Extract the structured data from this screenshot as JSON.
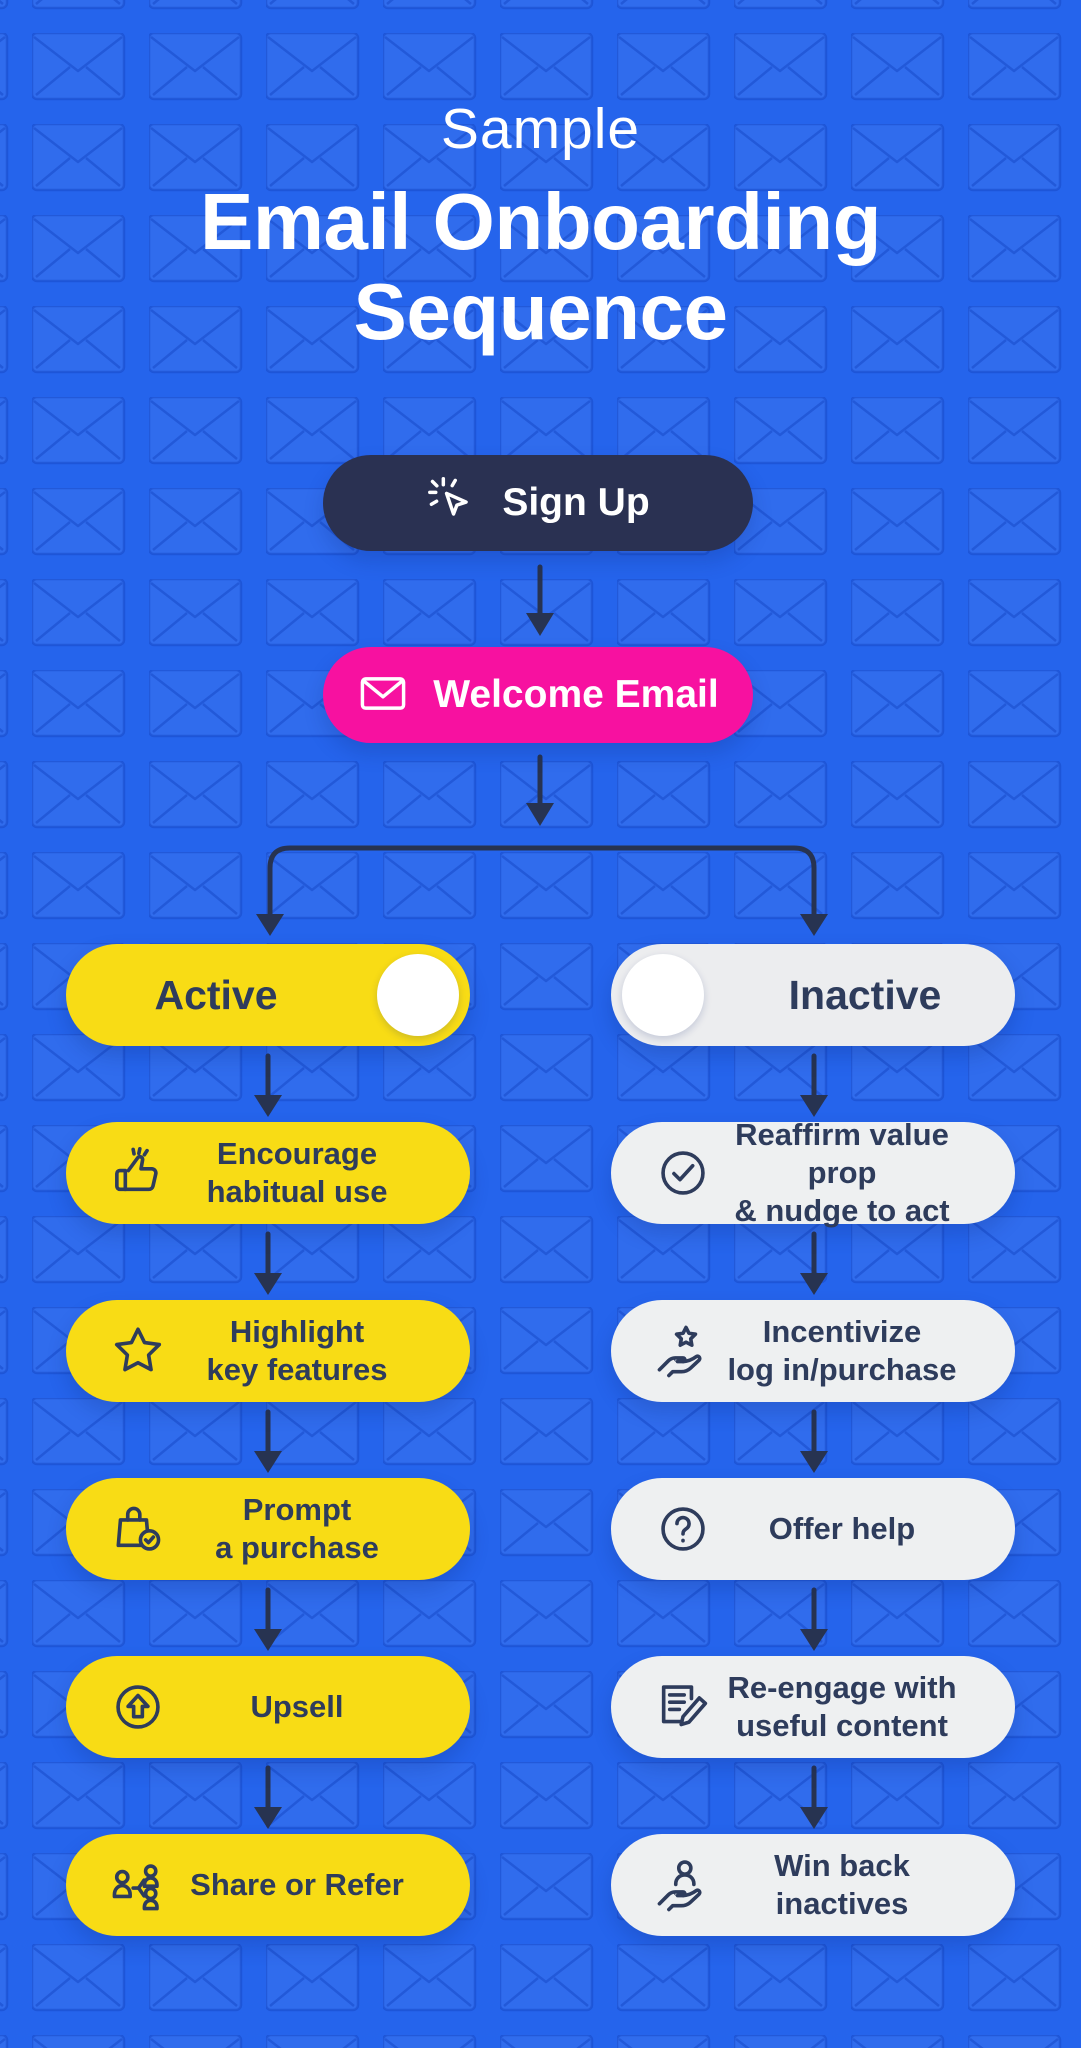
{
  "title": {
    "kicker": "Sample",
    "line1": "Email Onboarding",
    "line2": "Sequence"
  },
  "flow": {
    "signup": {
      "label": "Sign Up",
      "icon": "cursor-click-icon"
    },
    "welcome": {
      "label": "Welcome Email",
      "icon": "envelope-icon"
    }
  },
  "branches": {
    "active": {
      "label": "Active",
      "toggle_state": "on"
    },
    "inactive": {
      "label": "Inactive",
      "toggle_state": "off"
    }
  },
  "active_steps": [
    {
      "line1": "Encourage",
      "line2": "habitual use",
      "icon": "thumbs-up-icon"
    },
    {
      "line1": "Highlight",
      "line2": "key features",
      "icon": "star-icon"
    },
    {
      "line1": "Prompt",
      "line2": "a purchase",
      "icon": "shopping-bag-check-icon"
    },
    {
      "line1": "Upsell",
      "icon": "arrow-up-circle-icon"
    },
    {
      "line1": "Share or Refer",
      "icon": "referral-people-icon"
    }
  ],
  "inactive_steps": [
    {
      "line1": "Reaffirm value prop",
      "line2": "& nudge to act",
      "icon": "check-circle-icon"
    },
    {
      "line1": "Incentivize",
      "line2": "log in/purchase",
      "icon": "hand-star-icon"
    },
    {
      "line1": "Offer help",
      "icon": "question-circle-icon"
    },
    {
      "line1": "Re-engage with",
      "line2": "useful content",
      "icon": "document-pencil-icon"
    },
    {
      "line1": "Win back inactives",
      "icon": "hand-person-icon"
    }
  ],
  "colors": {
    "background": "#2564ec",
    "navy": "#2a3152",
    "pink": "#f711a0",
    "yellow": "#f8dc15",
    "light_gray": "#eef0f1",
    "label_navy": "#2e3c5c",
    "white": "#ffffff"
  }
}
